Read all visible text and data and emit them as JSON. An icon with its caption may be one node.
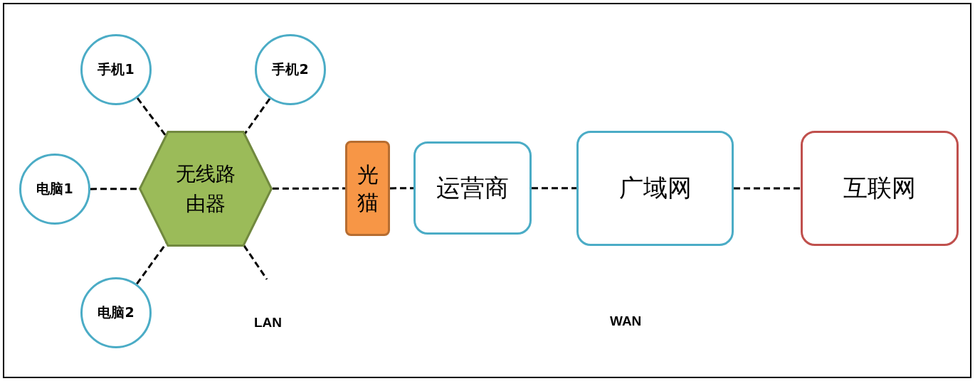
{
  "diagram": {
    "nodes": [
      {
        "text": [
          "手机1"
        ]
      },
      {
        "text": [
          "手机2"
        ]
      },
      {
        "text": [
          "电脑1"
        ]
      },
      {
        "text": [
          "无线路由器"
        ]
      },
      {
        "text": [
          "电脑2"
        ]
      },
      {
        "text": [
          "光猫"
        ]
      },
      {
        "text": [
          "运营商"
        ]
      },
      {
        "text": [
          "广域网"
        ]
      },
      {
        "text": [
          "互联网"
        ]
      }
    ],
    "edges": [
      {
        "from": 0,
        "to": 3,
        "arrow": "none",
        "style": "dashed"
      },
      {
        "from": 1,
        "to": 3,
        "arrow": "none",
        "style": "dashed"
      },
      {
        "from": 2,
        "to": 3,
        "arrow": "none",
        "style": "dashed"
      },
      {
        "from": 4,
        "to": 3,
        "arrow": "none",
        "style": "dashed"
      },
      {
        "from": 3,
        "to": null,
        "arrow": "none",
        "style": "dashed"
      },
      {
        "from": 3,
        "to": 5,
        "arrow": "none",
        "style": "dashed"
      },
      {
        "from": 5,
        "to": 6,
        "arrow": "none",
        "style": "dashed"
      },
      {
        "from": 6,
        "to": 7,
        "arrow": "none",
        "style": "dashed"
      },
      {
        "from": 7,
        "to": 8,
        "arrow": "none",
        "style": "dashed"
      }
    ],
    "labels": [
      "LAN",
      "WAN"
    ]
  }
}
